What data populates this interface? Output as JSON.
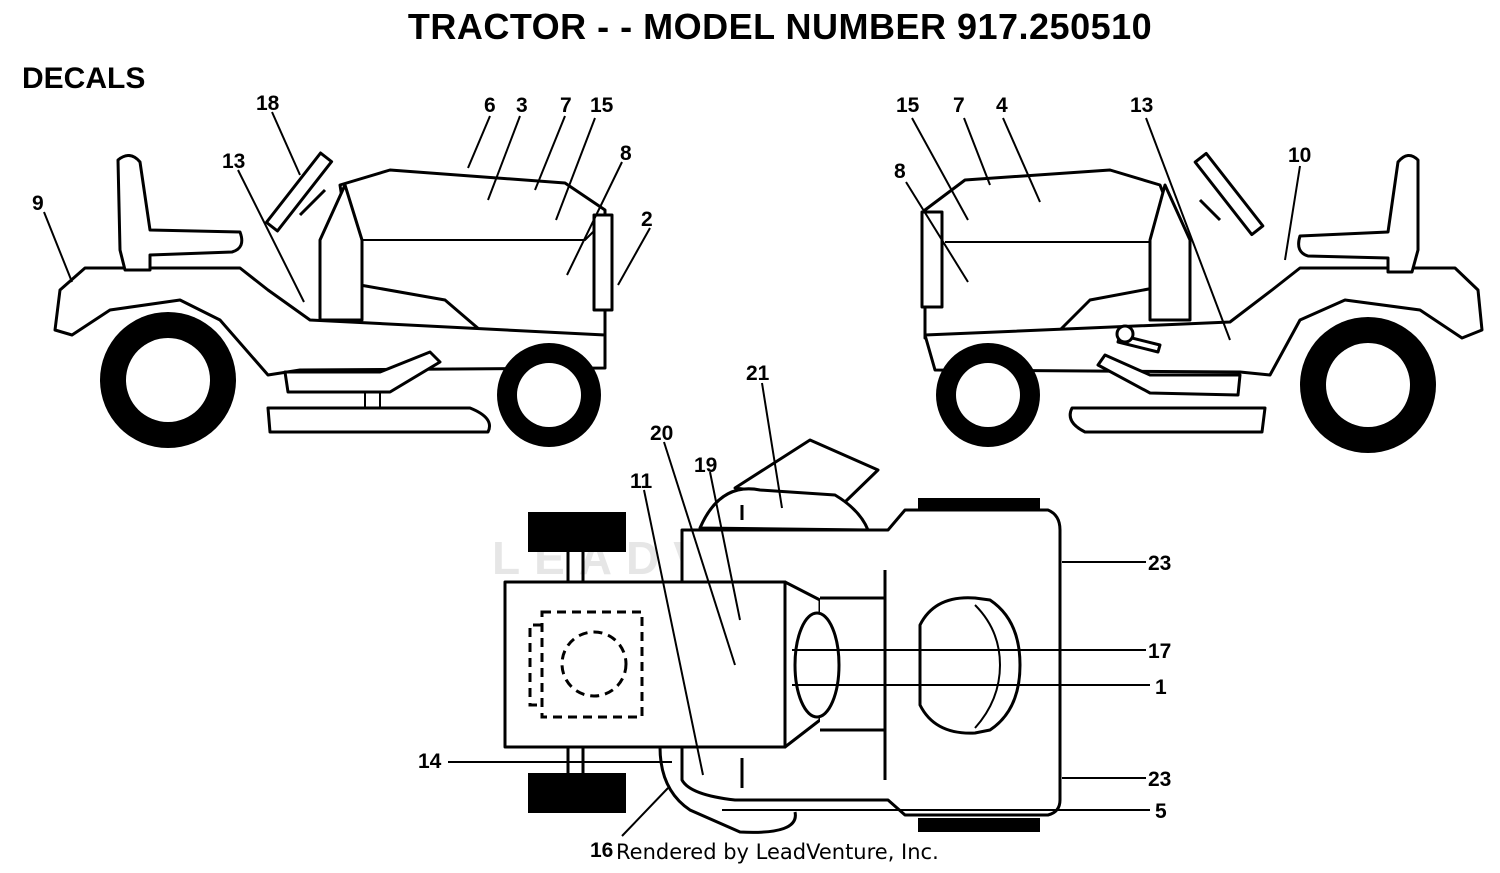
{
  "header": {
    "title": "TRACTOR - - MODEL NUMBER 917.250510",
    "section": "DECALS"
  },
  "watermark": "LEADVENTURE",
  "footer": {
    "prefix_callout": "16",
    "credit": "Rendered by LeadVenture, Inc."
  },
  "callouts": {
    "left_view": [
      "18",
      "6",
      "3",
      "7",
      "15",
      "8",
      "13",
      "9",
      "2"
    ],
    "right_view": [
      "15",
      "7",
      "4",
      "13",
      "8",
      "10"
    ],
    "top_view": [
      "21",
      "20",
      "19",
      "11",
      "23",
      "17",
      "1",
      "14",
      "23",
      "5"
    ]
  }
}
